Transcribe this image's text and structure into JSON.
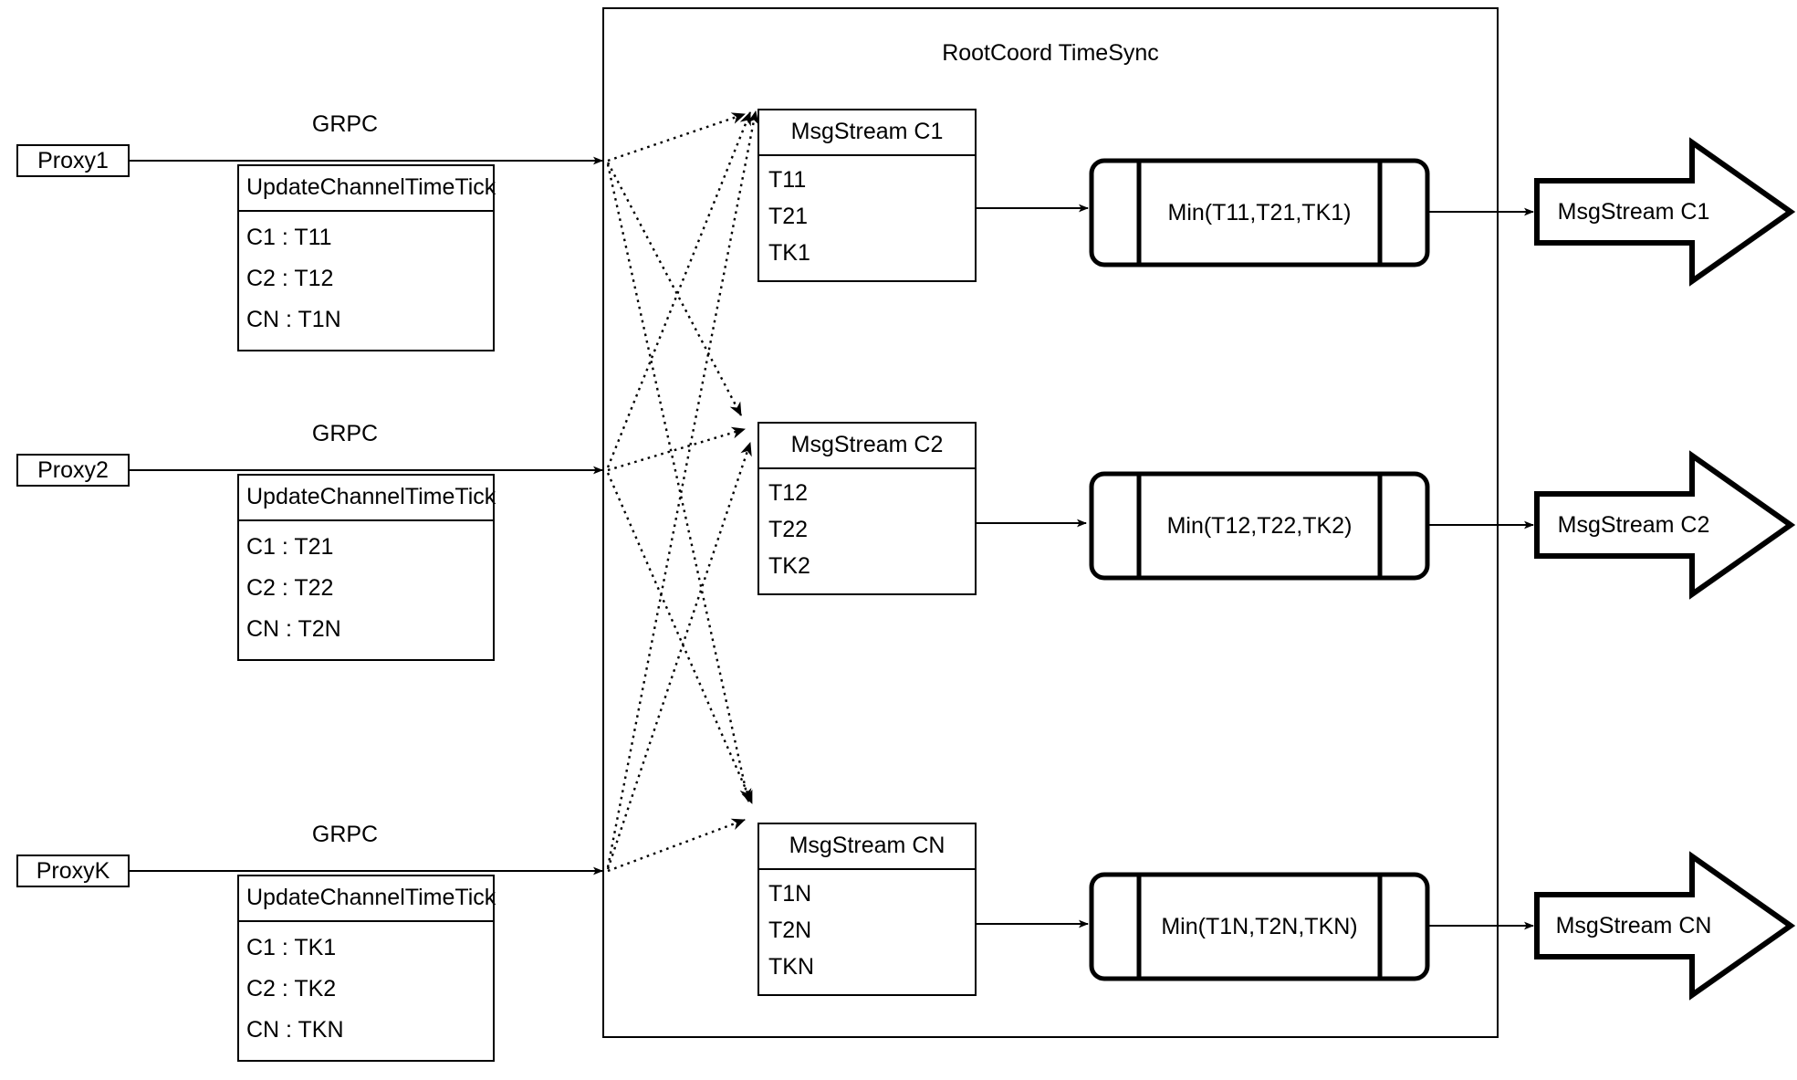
{
  "diagram": {
    "container_title": "RootCoord TimeSync",
    "proxies": [
      {
        "name": "Proxy1",
        "link_label": "GRPC",
        "rpc_title": "UpdateChannelTimeTick",
        "rows": [
          "C1 :  T11",
          "C2 :  T12",
          "CN : T1N"
        ]
      },
      {
        "name": "Proxy2",
        "link_label": "GRPC",
        "rpc_title": "UpdateChannelTimeTick",
        "rows": [
          "C1 :  T21",
          "C2 :  T22",
          "CN : T2N"
        ]
      },
      {
        "name": "ProxyK",
        "link_label": "GRPC",
        "rpc_title": "UpdateChannelTimeTick",
        "rows": [
          "C1 :  TK1",
          "C2 :  TK2",
          "CN : TKN"
        ]
      }
    ],
    "channels": [
      {
        "stream_title": "MsgStream C1",
        "stream_rows": [
          "T11",
          "T21",
          "TK1"
        ],
        "process_label": "Min(T11,T21,TK1)",
        "output_label": "MsgStream C1"
      },
      {
        "stream_title": "MsgStream C2",
        "stream_rows": [
          "T12",
          "T22",
          "TK2"
        ],
        "process_label": "Min(T12,T22,TK2)",
        "output_label": "MsgStream C2"
      },
      {
        "stream_title": "MsgStream CN",
        "stream_rows": [
          "T1N",
          "T2N",
          "TKN"
        ],
        "process_label": "Min(T1N,T2N,TKN)",
        "output_label": "MsgStream CN"
      }
    ],
    "colors": {
      "stroke": "#000000",
      "background": "#ffffff"
    }
  }
}
